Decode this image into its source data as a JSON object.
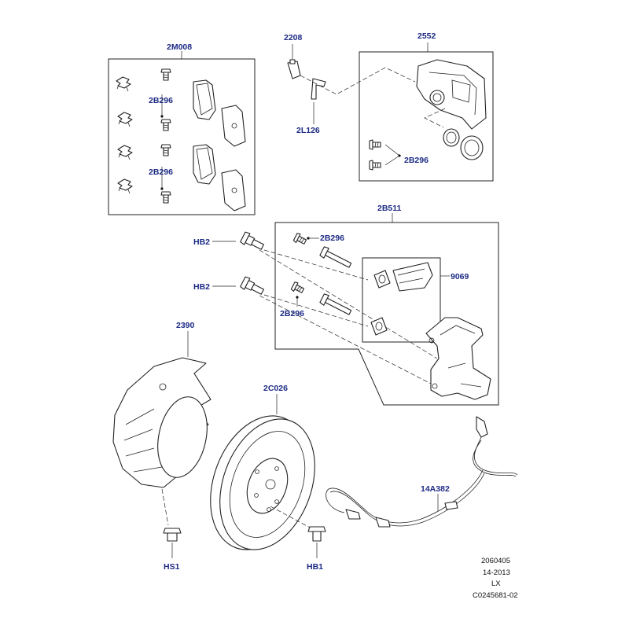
{
  "diagram": {
    "labels": {
      "pad_kit": "2M008",
      "bolt_a": "2B296",
      "bolt_b": "2B296",
      "bleed_screw": "2208",
      "sensor_clip": "2L126",
      "caliper": "2552",
      "caliper_bolts": "2B296",
      "carrier_kit": "2B511",
      "carrier_bolt_upper": "2B296",
      "carrier_bolt_lower": "2B296",
      "guide_bolt_upper": "HB2",
      "guide_bolt_lower": "HB2",
      "boot_kit": "9069",
      "splash_shield": "2390",
      "disc": "2C026",
      "wear_sensor": "14A382",
      "shield_screw": "HS1",
      "disc_screw": "HB1"
    },
    "footnote": {
      "line1": "2060405",
      "line2": "14-2013",
      "line3": "LX",
      "line4": "C0245681-02"
    }
  }
}
